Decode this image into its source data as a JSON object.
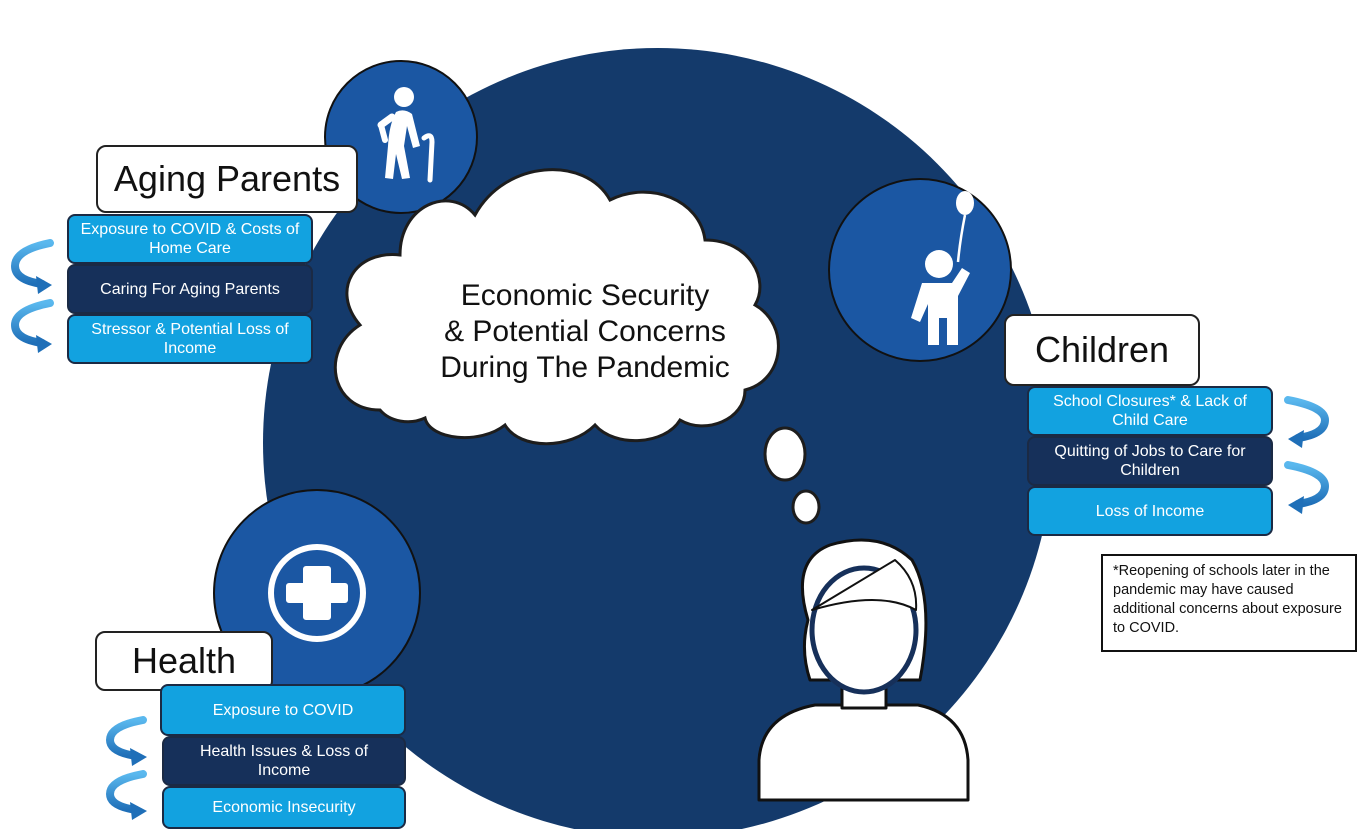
{
  "diagram": {
    "center": {
      "lines": [
        "Economic Security",
        "& Potential Concerns",
        "During The Pandemic"
      ]
    },
    "aging_parents": {
      "title": "Aging Parents",
      "icon": "elderly-person-with-cane-icon",
      "steps": [
        "Exposure to COVID & Costs of Home Care",
        "Caring For Aging Parents",
        "Stressor & Potential Loss of Income"
      ]
    },
    "children": {
      "title": "Children",
      "icon": "child-with-balloon-icon",
      "steps": [
        "School Closures* & Lack of Child Care",
        "Quitting of Jobs to Care for Children",
        "Loss of Income"
      ]
    },
    "health": {
      "title": "Health",
      "icon": "medical-cross-icon",
      "steps": [
        "Exposure to COVID",
        "Health Issues & Loss of Income",
        "Economic Insecurity"
      ]
    },
    "footnote": "*Reopening of schools later in the pandemic may have caused additional concerns about exposure to COVID.",
    "colors": {
      "big_circle": "#143a6b",
      "icon_circle": "#1b57a3",
      "light_step": "#12a2e0",
      "dark_step": "#16305a",
      "arrow": "#2a8fd4"
    }
  }
}
